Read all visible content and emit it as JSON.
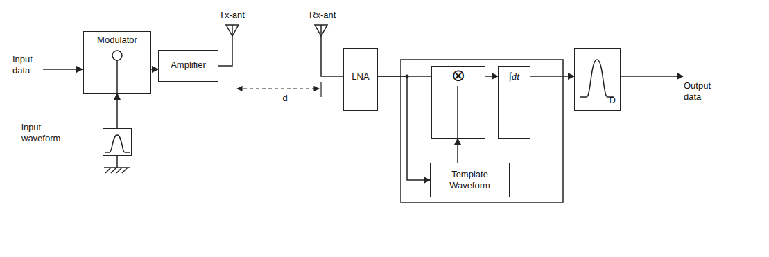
{
  "diagram": {
    "nodes": [
      {
        "text": [
          "Modulator"
        ]
      },
      {
        "text": [
          "input waveform"
        ]
      },
      {
        "text": [
          "Amplifier"
        ]
      },
      {
        "text": [
          "LNA"
        ]
      },
      {
        "text": [
          "⊗"
        ]
      },
      {
        "text": [
          "∫dt"
        ]
      },
      {
        "text": [
          "Template Waveform"
        ]
      },
      {
        "text": [
          "D"
        ]
      }
    ],
    "edges": [
      {
        "from": 1,
        "to": 0,
        "arrow": "to"
      },
      {
        "from": 0,
        "to": 2,
        "arrow": "to"
      },
      {
        "from": 3,
        "to": 4,
        "arrow": "none"
      },
      {
        "from": 3,
        "to": 6,
        "arrow": "to"
      },
      {
        "from": 6,
        "to": 4,
        "arrow": "to"
      },
      {
        "from": 4,
        "to": 5,
        "arrow": "to"
      },
      {
        "from": 5,
        "to": 7,
        "arrow": "to"
      }
    ],
    "labels": [
      "Input data",
      "Output data",
      "Tx-ant",
      "Rx-ant",
      "d"
    ]
  }
}
